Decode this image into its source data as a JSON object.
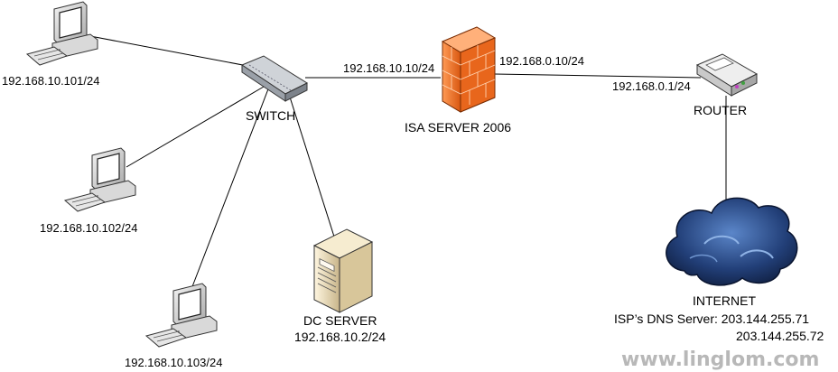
{
  "nodes": {
    "pc1": {
      "ip": "192.168.10.101/24"
    },
    "pc2": {
      "ip": "192.168.10.102/24"
    },
    "pc3": {
      "ip": "192.168.10.103/24"
    },
    "switch": {
      "label": "SWITCH"
    },
    "dc_server": {
      "label": "DC SERVER",
      "ip": "192.168.10.2/24"
    },
    "isa_server": {
      "label": "ISA SERVER 2006",
      "ip_internal": "192.168.10.10/24",
      "ip_external": "192.168.0.10/24"
    },
    "router": {
      "label": "ROUTER",
      "ip": "192.168.0.1/24"
    },
    "internet": {
      "label": "INTERNET",
      "dns_line1": "ISP’s DNS Server: 203.144.255.71",
      "dns_line2": "203.144.255.72"
    }
  },
  "watermark": "www.linglom.com",
  "colors": {
    "firewall": "#f07a2a",
    "cloud": "#1f3b6e",
    "monitor_screen": "#ffffff"
  },
  "icons": [
    "computer-icon",
    "switch-icon",
    "server-icon",
    "firewall-icon",
    "router-icon",
    "cloud-icon"
  ]
}
